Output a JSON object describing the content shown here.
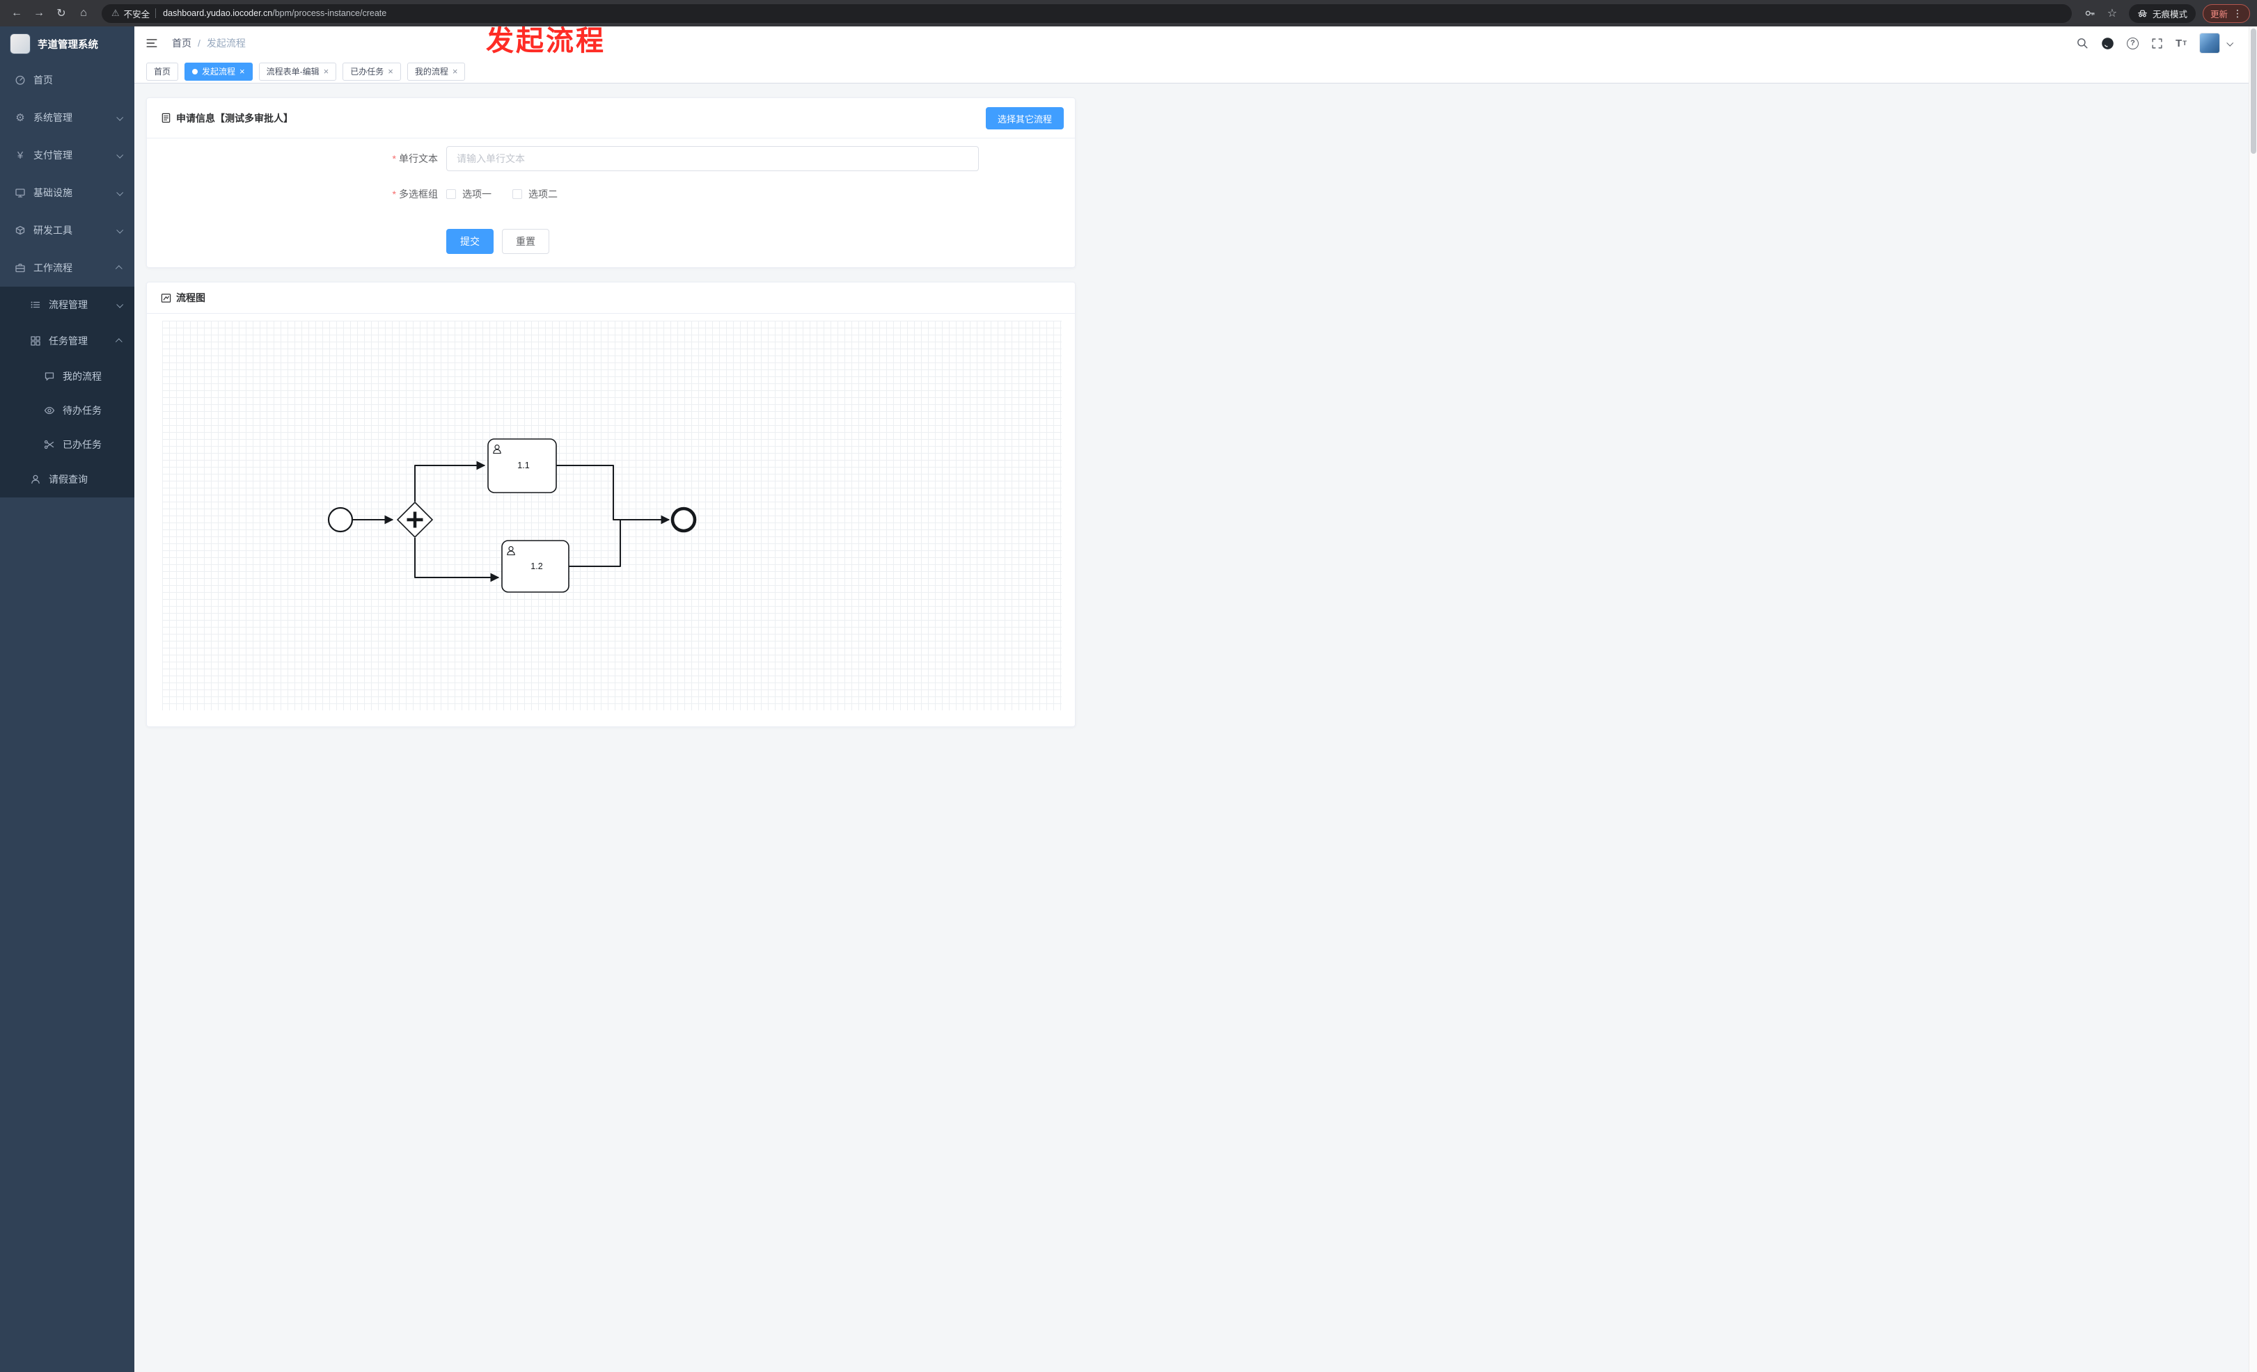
{
  "browser": {
    "security_label": "不安全",
    "url_domain": "dashboard.yudao.iocoder.cn",
    "url_path": "/bpm/process-instance/create",
    "incognito_label": "无痕模式",
    "update_label": "更新"
  },
  "icons": {
    "back": "←",
    "forward": "→",
    "reload": "↻",
    "home": "⌂",
    "warning": "⚠",
    "star": "☆",
    "kebab": "⋮",
    "help": "?",
    "close": "×",
    "gear": "⚙",
    "yen": "¥"
  },
  "annotation": "发起流程",
  "sidebar": {
    "logo_title": "芋道管理系统",
    "items": [
      {
        "label": "首页"
      },
      {
        "label": "系统管理"
      },
      {
        "label": "支付管理"
      },
      {
        "label": "基础设施"
      },
      {
        "label": "研发工具"
      },
      {
        "label": "工作流程"
      },
      {
        "label": "流程管理"
      },
      {
        "label": "任务管理"
      },
      {
        "label": "我的流程"
      },
      {
        "label": "待办任务"
      },
      {
        "label": "已办任务"
      },
      {
        "label": "请假查询"
      }
    ]
  },
  "breadcrumb": {
    "home": "首页",
    "separator": "/",
    "current": "发起流程"
  },
  "tabs": [
    {
      "label": "首页"
    },
    {
      "label": "发起流程"
    },
    {
      "label": "流程表单-编辑"
    },
    {
      "label": "已办任务"
    },
    {
      "label": "我的流程"
    }
  ],
  "form_card": {
    "title": "申请信息【测试多审批人】",
    "select_other_button": "选择其它流程",
    "single_line": {
      "required_mark": "*",
      "label": "单行文本",
      "placeholder": "请输入单行文本"
    },
    "checkbox_group": {
      "required_mark": "*",
      "label": "多选框组",
      "options": [
        "选项一",
        "选项二"
      ]
    },
    "submit_label": "提交",
    "reset_label": "重置"
  },
  "diagram_card": {
    "title": "流程图",
    "nodes": {
      "task1": "1.1",
      "task2": "1.2"
    }
  },
  "colors": {
    "accent": "#409eff",
    "sidebar_bg": "#304156",
    "submenu_bg": "#1f2d3d",
    "danger": "#f56c6c",
    "annotation_red": "#fe2c25"
  }
}
